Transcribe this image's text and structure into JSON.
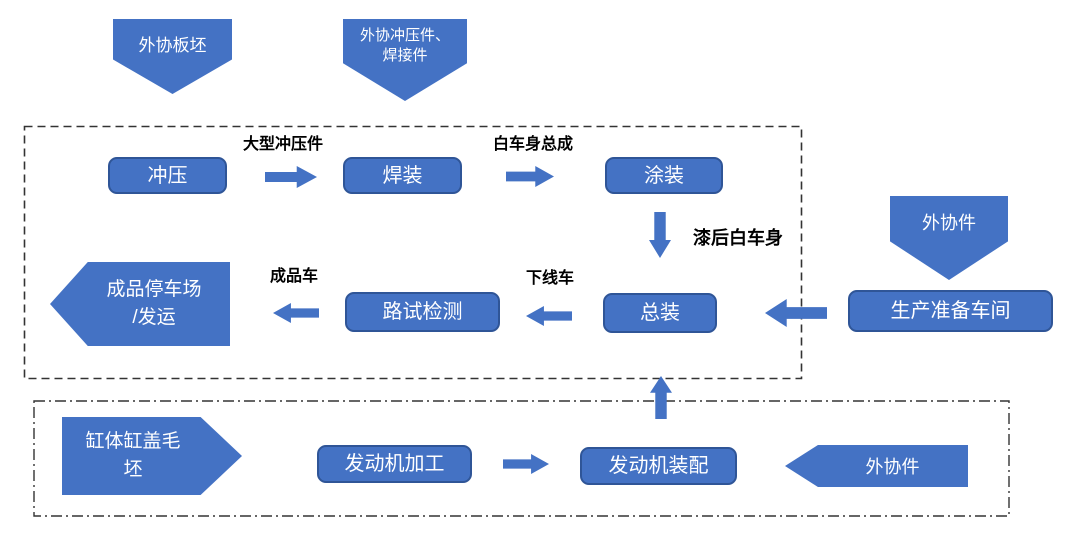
{
  "colors": {
    "shape_fill": "#4472C4",
    "shape_border": "#2F5597",
    "arrow_fill": "#4472C4",
    "shape_text": "#FFFFFF",
    "label_color": "#000000",
    "boundary_color": "#333333"
  },
  "nodes": {
    "outsourced_plate_blank": {
      "label": "外协板坯"
    },
    "outsourced_stamping_welding": {
      "line1": "外协冲压件、",
      "line2": "焊接件"
    },
    "stamping": {
      "label": "冲压"
    },
    "welding": {
      "label": "焊装"
    },
    "painting": {
      "label": "涂装"
    },
    "final_assembly": {
      "label": "总装"
    },
    "road_test": {
      "label": "路试检测"
    },
    "finished_parking": {
      "line1": "成品停车场",
      "line2": "/发运"
    },
    "outsourced_parts_top": {
      "label": "外协件"
    },
    "production_prep": {
      "label": "生产准备车间"
    },
    "cylinder_blank": {
      "line1": "缸体缸盖毛",
      "line2": "坯"
    },
    "engine_machining": {
      "label": "发动机加工"
    },
    "engine_assembly": {
      "label": "发动机装配"
    },
    "outsourced_parts_bottom": {
      "label": "外协件"
    }
  },
  "edge_labels": {
    "large_stampings": "大型冲压件",
    "biw_assembly": "白车身总成",
    "painted_biw": "漆后白车身",
    "offline_car": "下线车",
    "finished_car": "成品车"
  }
}
